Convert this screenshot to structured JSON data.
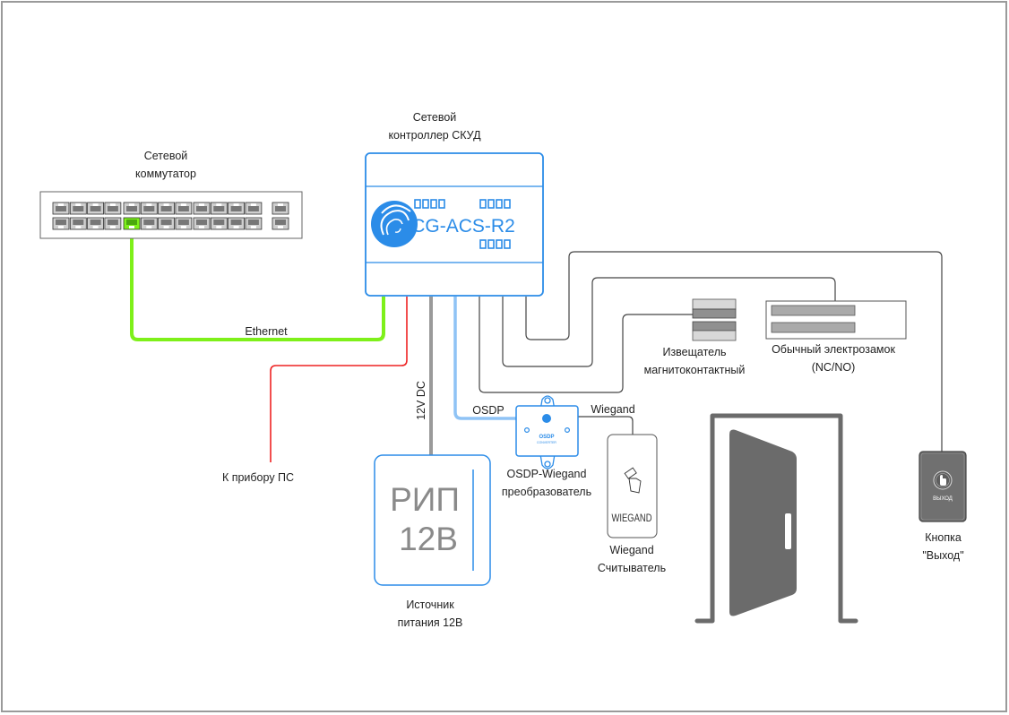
{
  "diagram": {
    "title": "Схема подключения контроллера СКУД",
    "colors": {
      "ethernet": "#7ef01a",
      "fire_alarm": "#ee2222",
      "power": "#999999",
      "osdp": "#8fc3f5",
      "signal": "#444444",
      "accent_blue": "#2b8ce8",
      "door": "#6b6b6b",
      "frame": "#999999"
    },
    "nodes": {
      "switch": {
        "label_line1": "Сетевой",
        "label_line2": "коммутатор",
        "active_port": 5
      },
      "controller": {
        "label_line1": "Сетевой",
        "label_line2": "контроллер СКУД",
        "model": "CG-ACS-R2"
      },
      "psu": {
        "face_line1": "РИП",
        "face_line2": "12В",
        "label_line1": "Источник",
        "label_line2": "питания 12В"
      },
      "converter": {
        "face_line1": "OSDP",
        "face_line2": "CONVERTER",
        "label_line1": "OSDP-Wiegand",
        "label_line2": "преобразователь"
      },
      "reader": {
        "face_text": "WIEGAND",
        "label_line1": "Wiegand",
        "label_line2": "Считыватель"
      },
      "magnet_sensor": {
        "label_line1": "Извещатель",
        "label_line2": "магнитоконтактный"
      },
      "lock": {
        "label_line1": "Обычный электрозамок",
        "label_line2": "(NC/NO)"
      },
      "exit_button": {
        "face_text": "ВЫХОД",
        "label_line1": "Кнопка",
        "label_line2": "\"Выход\""
      },
      "door": {
        "label": ""
      },
      "fire_panel": {
        "label": "К прибору ПС"
      }
    },
    "connections": {
      "ethernet": "Ethernet",
      "power": "12V DC",
      "osdp": "OSDP",
      "wiegand": "Wiegand"
    }
  }
}
